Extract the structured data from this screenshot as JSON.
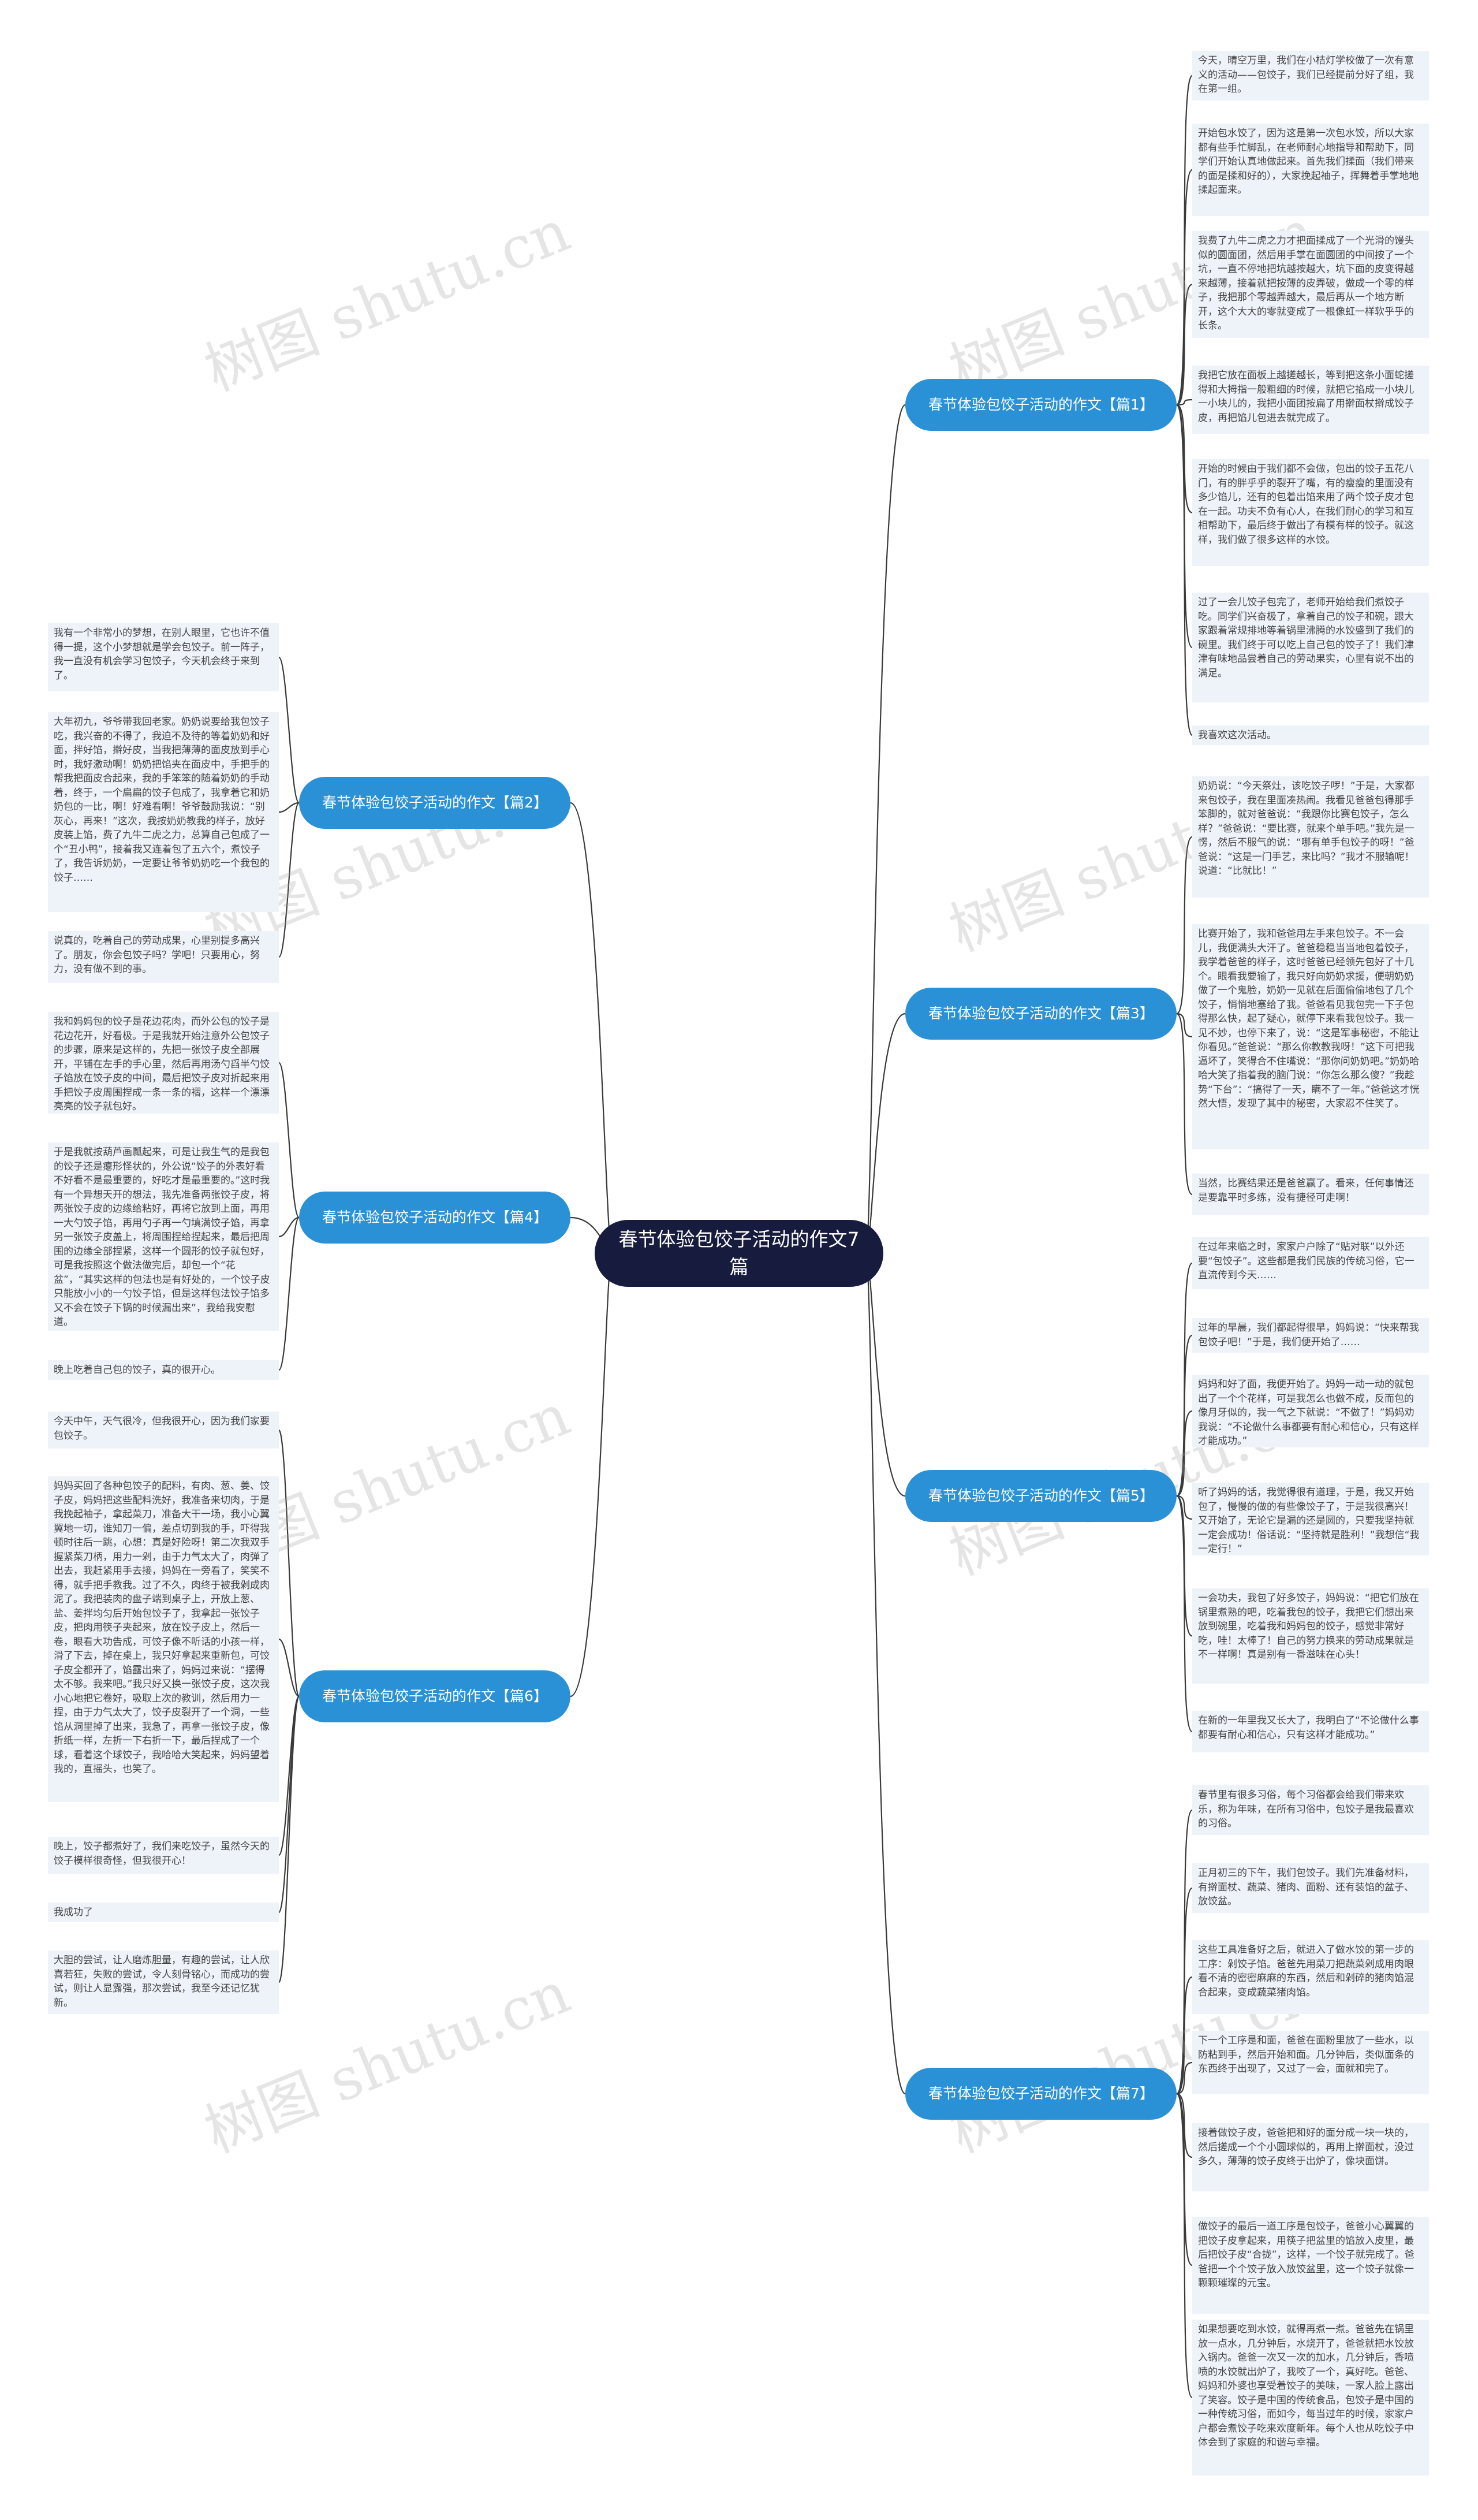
{
  "root": {
    "title": "春节体验包饺子活动的作文7篇"
  },
  "watermark": "树图 shutu.cn",
  "branches": [
    {
      "label": "春节体验包饺子活动的作文【篇1】",
      "leaves": [
        "今天，晴空万里，我们在小桔灯学校做了一次有意义的活动——包饺子，我们已经提前分好了组，我在第一组。",
        "开始包水饺了，因为这是第一次包水饺，所以大家都有些手忙脚乱，在老师耐心地指导和帮助下，同学们开始认真地做起来。首先我们揉面（我们带来的面是揉和好的），大家挽起袖子，挥舞着手掌地地揉起面来。",
        "我费了九牛二虎之力才把面揉成了一个光滑的馒头似的圆面团，然后用手掌在面圆团的中间按了一个坑，一直不停地把坑越按越大，坑下面的皮变得越来越薄，接着就把按薄的皮弄破，做成一个零的样子，我把那个零越弄越大，最后再从一个地方断开，这个大大的零就变成了一根像虹一样软乎乎的长条。",
        "我把它放在面板上越搓越长，等到把这条小面蛇搓得和大拇指一般粗细的时候，就把它掐成一小块儿一小块儿的，我把小面团按扁了用擀面杖擀成饺子皮，再把馅儿包进去就完成了。",
        "开始的时候由于我们都不会做，包出的饺子五花八门，有的胖乎乎的裂开了嘴，有的瘦瘦的里面没有多少馅儿，还有的包着出馅来用了两个饺子皮才包在一起。功夫不负有心人，在我们耐心的学习和互相帮助下，最后终于做出了有模有样的饺子。就这样，我们做了很多这样的水饺。",
        "过了一会儿饺子包完了，老师开始给我们煮饺子吃。同学们兴奋极了，拿着自己的饺子和碗，跟大家跟着常规排地等着锅里沸腾的水饺盛到了我们的碗里。我们终于可以吃上自己包的饺子了！我们津津有味地品尝着自己的劳动果实，心里有说不出的满足。",
        "我喜欢这次活动。"
      ]
    },
    {
      "label": "春节体验包饺子活动的作文【篇2】",
      "leaves": [
        "我有一个非常小的梦想，在别人眼里，它也许不值得一提，这个小梦想就是学会包饺子。前一阵子，我一直没有机会学习包饺子，今天机会终于来到了。",
        "大年初九，爷爷带我回老家。奶奶说要给我包饺子吃，我兴奋的不得了，我迫不及待的等着奶奶和好面，拌好馅，擀好皮，当我把薄薄的面皮放到手心时，我好激动啊！奶奶把馅夹在面皮中，手把手的帮我把面皮合起来，我的手笨笨的随着奶奶的手动着，终于，一个扁扁的饺子包成了，我拿着它和奶奶包的一比，啊！好难看啊！爷爷鼓励我说：“别灰心，再来！”这次，我按奶奶教我的样子，放好皮装上馅，费了九牛二虎之力，总算自己包成了一个“丑小鸭”，接着我又连着包了五六个，煮饺子了，我告诉奶奶，一定要让爷爷奶奶吃一个我包的饺子……",
        "说真的，吃着自己的劳动成果，心里别提多高兴了。朋友，你会包饺子吗？学吧！只要用心，努力，没有做不到的事。"
      ]
    },
    {
      "label": "春节体验包饺子活动的作文【篇3】",
      "leaves": [
        "奶奶说：“今天祭灶，该吃饺子啰！”于是，大家都来包饺子，我在里面凑热闹。我看见爸爸包得那手笨脚的，就对爸爸说：“我跟你比赛包饺子，怎么样？”爸爸说：“要比赛，就来个单手吧。”我先是一愣，然后不服气的说：“哪有单手包饺子的呀！”爸爸说：“这是一门手艺，来比吗？”我才不服输呢！说道：“比就比！”",
        "比赛开始了，我和爸爸用左手来包饺子。不一会儿，我便满头大汗了。爸爸稳稳当当地包着饺子，我学着爸爸的样子，这时爸爸已经领先包好了十几个。眼看我要输了，我只好向奶奶求援，便朝奶奶做了一个鬼脸，奶奶一见就在后面偷偷地包了几个饺子，悄悄地塞给了我。爸爸看见我包完一下子包得那么快，起了疑心，就停下来看我包饺子。我一见不妙，也停下来了，说：“这是军事秘密，不能让你看见。”爸爸说：“那么你教教我呀！”这下可把我逼坏了，笑得合不住嘴说：“那你问奶奶吧。”奶奶哈哈大笑了指着我的脑门说：“你怎么那么傻？”我趁势“下台”：“搞得了一天，瞒不了一年。”爸爸这才恍然大悟，发现了其中的秘密，大家忍不住笑了。",
        "当然，比赛结果还是爸爸赢了。看来，任何事情还是要靠平时多练，没有捷径可走啊！"
      ]
    },
    {
      "label": "春节体验包饺子活动的作文【篇4】",
      "leaves": [
        "我和妈妈包的饺子是花边花肉，而外公包的饺子是花边花开，好看极。于是我就开始注意外公包饺子的步骤，原来是这样的，先把一张饺子皮全部展开，平铺在左手的手心里，然后再用汤勺舀半勺饺子馅放在饺子皮的中间，最后把饺子皮对折起来用手把饺子皮周围捏成一条一条的褶，这样一个漂漂亮亮的饺子就包好。",
        "于是我就按葫芦画瓢起来，可是让我生气的是我包的饺子还是瘪形怪状的，外公说“饺子的外表好看不好看不是最重要的，好吃才是最重要的。”这时我有一个异想天开的想法，我先准备两张饺子皮，将两张饺子皮的边缘给粘好，再将它放到上面，再用一大勺饺子馅，再用勺子再一勺填满饺子馅，再拿另一张饺子皮盖上，将周围捏给捏起来，最后把周围的边缘全部捏紧，这样一个圆形的饺子就包好，可是我按照这个做法做完后，却包一个“花盆”，“其实这样的包法也是有好处的，一个饺子皮只能放小小的一勺饺子馅，但是这样包法饺子馅多又不会在饺子下锅的时候漏出来”，我给我安慰道。",
        "晚上吃着自己包的饺子，真的很开心。"
      ]
    },
    {
      "label": "春节体验包饺子活动的作文【篇5】",
      "leaves": [
        "在过年来临之时，家家户户除了“贴对联”以外还要“包饺子”。这些都是我们民族的传统习俗，它一直流传到今天……",
        "过年的早晨，我们都起得很早，妈妈说：“快来帮我包饺子吧！”于是，我们便开始了……",
        "妈妈和好了面，我便开始了。妈妈一动一动的就包出了一个个花样，可是我怎么也做不成，反而包的像月牙似的，我一气之下就说：“不做了！”妈妈劝我说：“不论做什么事都要有耐心和信心，只有这样才能成功。”",
        "听了妈妈的话，我觉得很有道理，于是，我又开始包了，慢慢的做的有些像饺子了，于是我很高兴！又开始了，无论它是漏的还是圆的，只要我坚持就一定会成功！俗话说：“坚持就是胜利！”我想信“我一定行！”",
        "一会功夫，我包了好多饺子，妈妈说：“把它们放在锅里煮熟的吧，吃着我包的饺子，我把它们想出来放到碗里，吃着我和妈妈包的饺子，感觉非常好吃，哇！太棒了！自己的努力换来的劳动成果就是不一样啊！真是别有一番滋味在心头！",
        "在新的一年里我又长大了，我明白了“不论做什么事都要有耐心和信心，只有这样才能成功。”"
      ]
    },
    {
      "label": "春节体验包饺子活动的作文【篇6】",
      "leaves": [
        "今天中午，天气很冷，但我很开心，因为我们家要包饺子。",
        "妈妈买回了各种包饺子的配料，有肉、葱、姜、饺子皮，妈妈把这些配料洗好，我准备来切肉，于是我挽起袖子，拿起菜刀，准备大干一场，我小心翼翼地一切，谁知刀一偏，差点切到我的手，吓得我顿时往后一跳，心想：真是好险呀！第二次我双手握紧菜刀柄，用力一剁，由于力气太大了，肉弹了出去，我赶紧用手去接，妈妈在一旁看了，笑笑不得，就手把手教我。过了不久，肉终于被我剁成肉泥了。我把装肉的盘子端到桌子上，开放上葱、盐、姜拌均匀后开始包饺子了，我拿起一张饺子皮，把肉用筷子夹起来，放在饺子皮上，然后一卷，眼看大功告成，可饺子像不听话的小孩一样，滑了下去，掉在桌上，我只好拿起来重新包，可饺子皮全都开了，馅露出来了，妈妈过来说：“摆得太不够。我来吧。”我只好又换一张饺子皮，这次我小心地把它卷好，吸取上次的教训，然后用力一捏，由于力气太大了，饺子皮裂开了一个洞，一些馅从洞里掉了出来，我急了，再拿一张饺子皮，像折纸一样，左折一下右折一下，最后捏成了一个球，看着这个球饺子，我哈哈大笑起来，妈妈望着我的，直摇头，也笑了。",
        "晚上，饺子都煮好了，我们来吃饺子，虽然今天的饺子模样很奇怪，但我很开心！",
        "我成功了",
        "大胆的尝试，让人磨炼胆量，有趣的尝试，让人欣喜若狂，失败的尝试，令人刻骨铭心，而成功的尝试，则让人显露强，那次尝试，我至今还记忆犹新。"
      ]
    },
    {
      "label": "春节体验包饺子活动的作文【篇7】",
      "leaves": [
        "春节里有很多习俗，每个习俗都会给我们带来欢乐，称为年味，在所有习俗中，包饺子是我最喜欢的习俗。",
        "正月初三的下午，我们包饺子。我们先准备材料，有擀面杖、蔬菜、猪肉、面粉、还有装馅的盆子、放饺盆。",
        "这些工具准备好之后，就进入了做水饺的第一步的工序：剁饺子馅。爸爸先用菜刀把蔬菜剁成用肉眼看不清的密密麻麻的东西，然后和剁碎的猪肉馅混合起来，变成蔬菜猪肉馅。",
        "下一个工序是和面，爸爸在面粉里放了一些水，以防粘到手，然后开始和面。几分钟后，类似面条的东西终于出现了，又过了一会，面就和完了。",
        "接着做饺子皮，爸爸把和好的面分成一块一块的，然后搓成一个个小圆球似的，再用上擀面杖，没过多久，薄薄的饺子皮终于出炉了，像块面饼。",
        "做饺子的最后一道工序是包饺子，爸爸小心翼翼的把饺子皮拿起来，用筷子把盆里的馅放入皮里，最后把饺子皮“合拢”，这样，一个饺子就完成了。爸爸把一个个饺子放入放饺盆里，这一个饺子就像一颗颗璀璨的元宝。",
        "如果想要吃到水饺，就得再煮一煮。爸爸先在锅里放一点水，几分钟后，水烧开了，爸爸就把水饺放入锅内。爸爸一次又一次的加水，几分钟后，香喷喷的水饺就出炉了，我咬了一个，真好吃。爸爸、妈妈和外婆也享受着饺子的美味，一家人脸上露出了笑容。饺子是中国的传统食品，包饺子是中国的一种传统习俗，而如今，每当过年的时候，家家户户都会煮饺子吃来欢度新年。每个人也从吃饺子中体会到了家庭的和谐与幸福。"
      ]
    }
  ]
}
